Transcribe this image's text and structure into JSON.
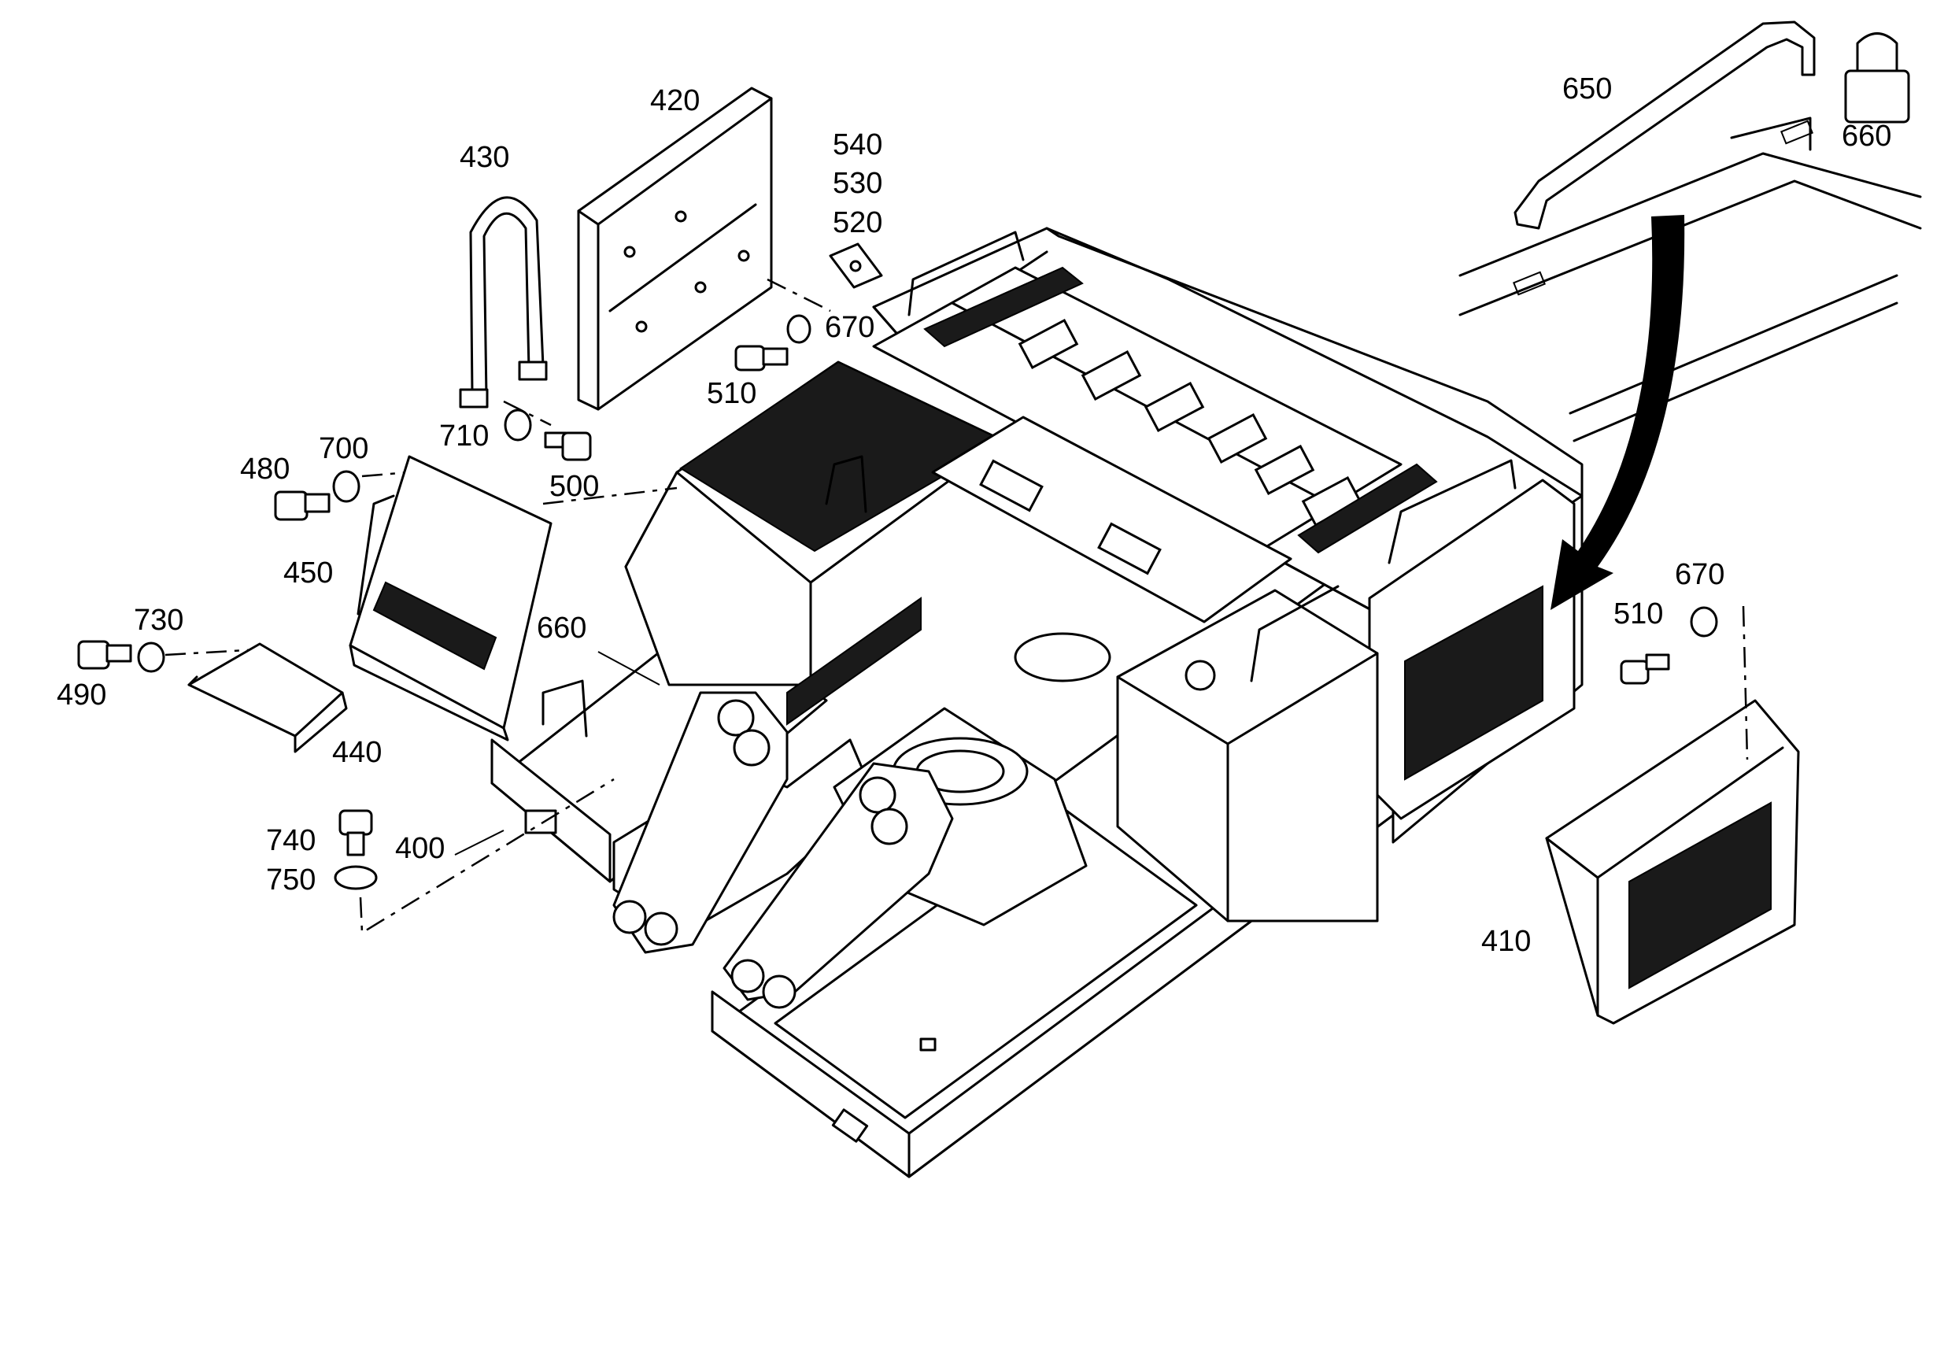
{
  "colors": {
    "line": "#000000",
    "background": "#ffffff"
  },
  "parts": [
    {
      "id": "p420",
      "label": "420"
    },
    {
      "id": "p430",
      "label": "430"
    },
    {
      "id": "p540",
      "label": "540"
    },
    {
      "id": "p530",
      "label": "530"
    },
    {
      "id": "p520",
      "label": "520"
    },
    {
      "id": "p670a",
      "label": "670"
    },
    {
      "id": "p510a",
      "label": "510"
    },
    {
      "id": "p710",
      "label": "710"
    },
    {
      "id": "p500",
      "label": "500"
    },
    {
      "id": "p480",
      "label": "480"
    },
    {
      "id": "p700",
      "label": "700"
    },
    {
      "id": "p450",
      "label": "450"
    },
    {
      "id": "p730",
      "label": "730"
    },
    {
      "id": "p490",
      "label": "490"
    },
    {
      "id": "p660a",
      "label": "660"
    },
    {
      "id": "p440",
      "label": "440"
    },
    {
      "id": "p740",
      "label": "740"
    },
    {
      "id": "p750",
      "label": "750"
    },
    {
      "id": "p400",
      "label": "400"
    },
    {
      "id": "p650",
      "label": "650"
    },
    {
      "id": "p660b",
      "label": "660"
    },
    {
      "id": "p670b",
      "label": "670"
    },
    {
      "id": "p510b",
      "label": "510"
    },
    {
      "id": "p410",
      "label": "410"
    }
  ]
}
